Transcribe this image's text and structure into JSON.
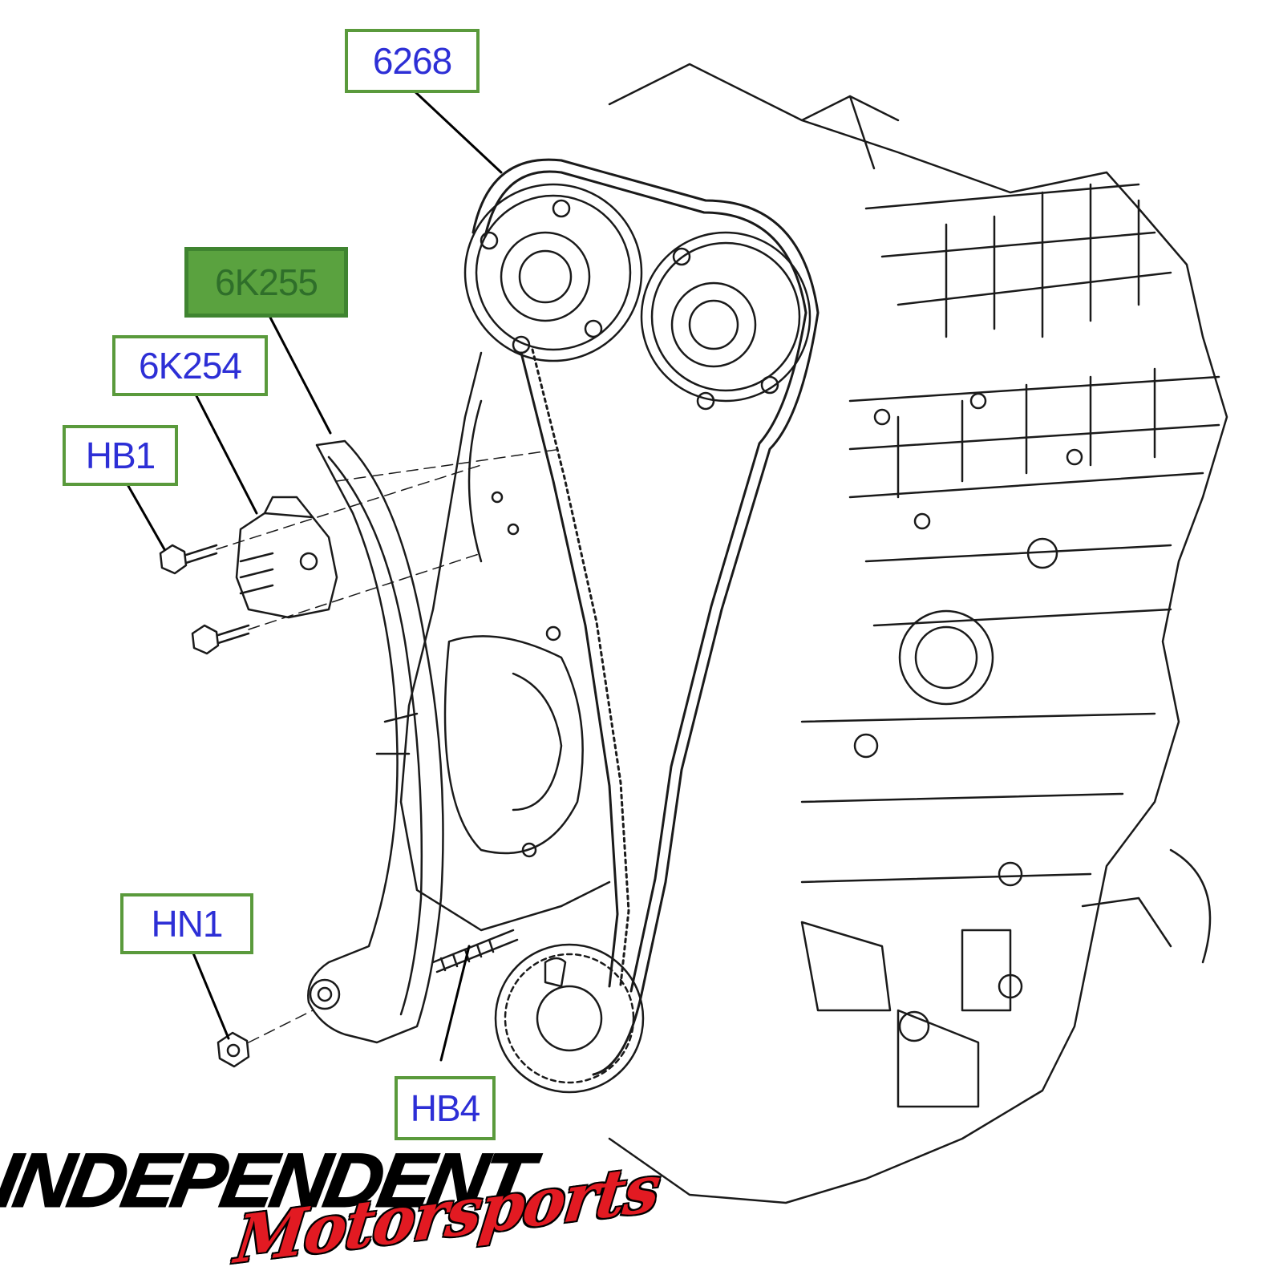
{
  "diagram": {
    "callouts": [
      {
        "id": "6268",
        "label": "6268"
      },
      {
        "id": "6K255",
        "label": "6K255",
        "selected": true
      },
      {
        "id": "6K254",
        "label": "6K254"
      },
      {
        "id": "HB1",
        "label": "HB1"
      },
      {
        "id": "HN1",
        "label": "HN1"
      },
      {
        "id": "HB4",
        "label": "HB4"
      }
    ]
  },
  "logo": {
    "main_text": "INDEPENDENT",
    "script_text": "Motorsports",
    "colors": {
      "main": "#000000",
      "script": "#e21a22"
    }
  },
  "colors": {
    "callout_border": "#5a9a3c",
    "callout_text": "#2d2fd6",
    "callout_selected_fill": "#5aa23f",
    "line_art": "#1a1a1a"
  }
}
